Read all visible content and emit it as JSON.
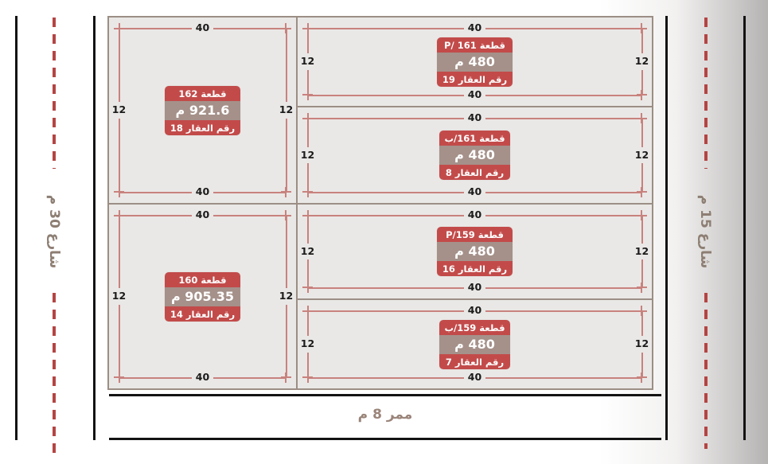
{
  "streets": {
    "left_label": "شارع 30 م",
    "right_label": "شارع 15 م",
    "bottom_label": "ممر 8 م"
  },
  "plots": [
    {
      "name": "قطعة 162",
      "area": "921.6 م",
      "property": "رقم العقار 18",
      "dim_top": "40",
      "dim_bottom": "40",
      "dim_left": "12",
      "dim_right": "12"
    },
    {
      "name": "قطعة 160",
      "area": "905.35 م",
      "property": "رقم العقار 14",
      "dim_top": "40",
      "dim_bottom": "40",
      "dim_left": "12",
      "dim_right": "12"
    },
    {
      "name": "قطعة 161 /P",
      "area": "480 م",
      "property": "رقم العقار 19",
      "dim_top": "40",
      "dim_bottom": "40",
      "dim_left": "12",
      "dim_right": "12"
    },
    {
      "name": "قطعة 161/ب",
      "area": "480 م",
      "property": "رقم العقار 8",
      "dim_top": "40",
      "dim_bottom": "40",
      "dim_left": "12",
      "dim_right": "12"
    },
    {
      "name": "قطعة 159/P",
      "area": "480 م",
      "property": "رقم العقار 16",
      "dim_top": "40",
      "dim_bottom": "40",
      "dim_left": "12",
      "dim_right": "12"
    },
    {
      "name": "قطعة 159/ب",
      "area": "480 م",
      "property": "رقم العقار 7",
      "dim_top": "40",
      "dim_bottom": "40",
      "dim_left": "12",
      "dim_right": "12"
    }
  ],
  "colors": {
    "label_red": "#c24b4a",
    "label_taupe": "#a5918a",
    "dimension_line": "#c8827e",
    "dashed_centerline": "#b34543",
    "plot_fill": "#eae8e6",
    "plot_border": "#9c8e85",
    "street_text": "#8d7e73",
    "edge_line": "#131313"
  }
}
